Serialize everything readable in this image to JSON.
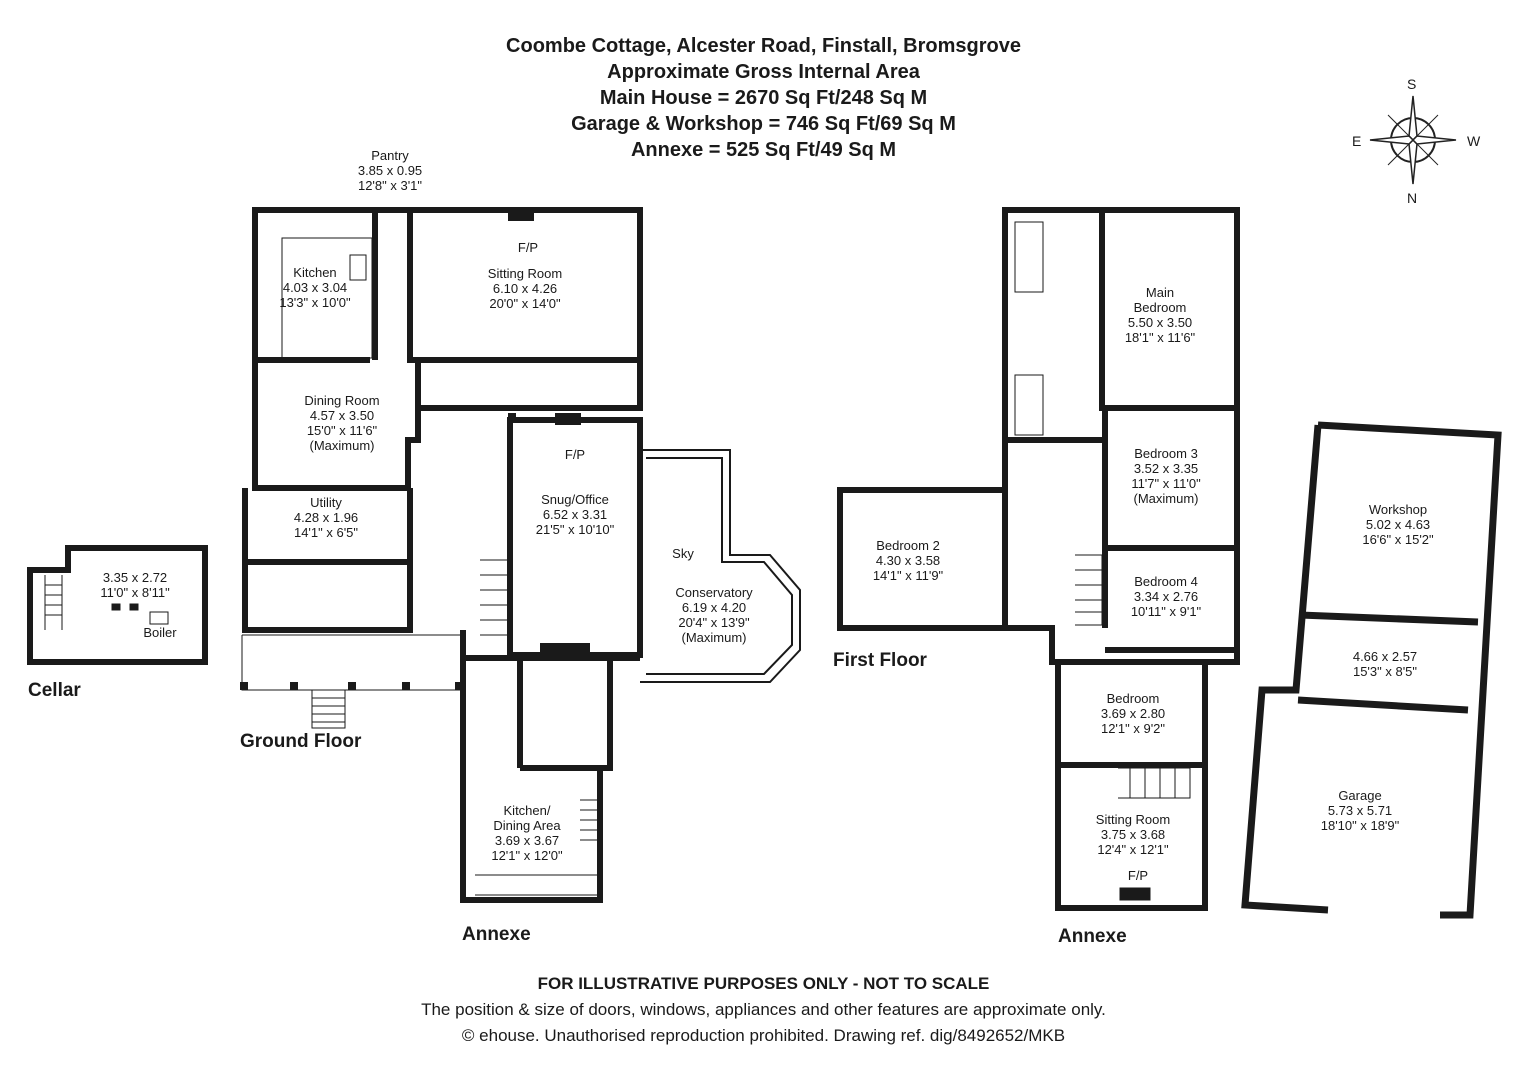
{
  "header": {
    "title": "Coombe Cottage, Alcester Road, Finstall, Bromsgrove",
    "subtitle": "Approximate Gross Internal Area",
    "areas": [
      "Main House = 2670 Sq Ft/248 Sq M",
      "Garage & Workshop = 746 Sq Ft/69 Sq M",
      "Annexe = 525 Sq Ft/49 Sq M"
    ]
  },
  "compass": {
    "n": "N",
    "s": "S",
    "e": "E",
    "w": "W"
  },
  "floors": {
    "cellar": "Cellar",
    "ground": "Ground Floor",
    "first": "First Floor",
    "annexe_ground": "Annexe",
    "annexe_first": "Annexe"
  },
  "rooms": {
    "cellar": {
      "m": "3.35 x 2.72",
      "i": "11'0\" x 8'11\""
    },
    "boiler": "Boiler",
    "pantry": {
      "name": "Pantry",
      "m": "3.85 x 0.95",
      "i": "12'8\" x 3'1\""
    },
    "kitchen": {
      "name": "Kitchen",
      "m": "4.03 x 3.04",
      "i": "13'3\" x 10'0\""
    },
    "sitting": {
      "fp": "F/P",
      "name": "Sitting Room",
      "m": "6.10 x 4.26",
      "i": "20'0\" x 14'0\""
    },
    "dining": {
      "name": "Dining Room",
      "m": "4.57 x 3.50",
      "i": "15'0\" x 11'6\"",
      "note": "(Maximum)"
    },
    "utility": {
      "name": "Utility",
      "m": "4.28 x 1.96",
      "i": "14'1\" x 6'5\""
    },
    "snug": {
      "fp": "F/P",
      "name": "Snug/Office",
      "m": "6.52 x 3.31",
      "i": "21'5\" x 10'10\""
    },
    "sky": "Sky",
    "conservatory": {
      "name": "Conservatory",
      "m": "6.19 x 4.20",
      "i": "20'4\" x 13'9\"",
      "note": "(Maximum)"
    },
    "annexe_kitchen": {
      "name1": "Kitchen/",
      "name2": "Dining Area",
      "m": "3.69 x 3.67",
      "i": "12'1\" x 12'0\""
    },
    "main_bedroom": {
      "name1": "Main",
      "name2": "Bedroom",
      "m": "5.50 x 3.50",
      "i": "18'1\" x 11'6\""
    },
    "bedroom3": {
      "name": "Bedroom 3",
      "m": "3.52 x 3.35",
      "i": "11'7\" x 11'0\"",
      "note": "(Maximum)"
    },
    "bedroom2": {
      "name": "Bedroom 2",
      "m": "4.30 x 3.58",
      "i": "14'1\" x 11'9\""
    },
    "bedroom4": {
      "name": "Bedroom 4",
      "m": "3.34 x 2.76",
      "i": "10'11\" x 9'1\""
    },
    "annexe_bedroom": {
      "name": "Bedroom",
      "m": "3.69 x 2.80",
      "i": "12'1\" x 9'2\""
    },
    "annexe_sitting": {
      "name": "Sitting Room",
      "m": "3.75 x 3.68",
      "i": "12'4\" x 12'1\"",
      "fp": "F/P"
    },
    "workshop": {
      "name": "Workshop",
      "m": "5.02 x 4.63",
      "i": "16'6\" x 15'2\""
    },
    "workshop2": {
      "m": "4.66 x 2.57",
      "i": "15'3\" x 8'5\""
    },
    "garage": {
      "name": "Garage",
      "m": "5.73 x 5.71",
      "i": "18'10\" x 18'9\""
    }
  },
  "footer": {
    "disclaimer": "FOR ILLUSTRATIVE PURPOSES ONLY - NOT TO SCALE",
    "note": "The position & size of doors, windows, appliances and other features are approximate only.",
    "copyright": "© ehouse. Unauthorised reproduction prohibited. Drawing ref. dig/8492652/MKB"
  }
}
